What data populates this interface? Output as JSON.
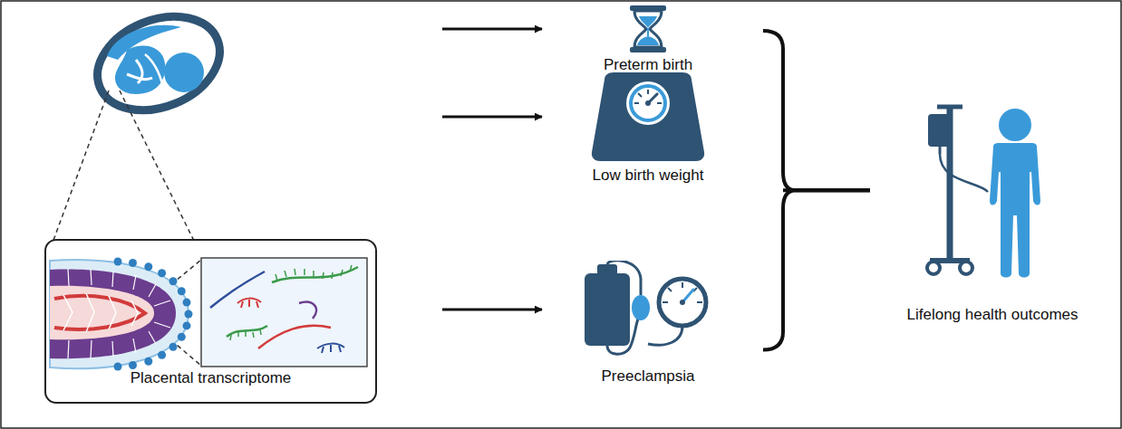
{
  "diagram": {
    "nodes": [
      {
        "text": [
          "Placental transcriptome"
        ]
      },
      {
        "text": [
          "Preterm birth"
        ]
      },
      {
        "text": [
          "Low birth weight"
        ]
      },
      {
        "text": [
          "Preeclampsia"
        ]
      },
      {
        "text": [
          "Lifelong health outcomes"
        ]
      }
    ],
    "edges": [
      {
        "from": 0,
        "to": 1,
        "arrow": "to"
      },
      {
        "from": 0,
        "to": 2,
        "arrow": "to"
      },
      {
        "from": 0,
        "to": 3,
        "arrow": "to"
      },
      {
        "from": 1,
        "to": 4,
        "arrow": "none"
      },
      {
        "from": 2,
        "to": 4,
        "arrow": "none"
      },
      {
        "from": 3,
        "to": 4,
        "arrow": "none"
      }
    ]
  }
}
